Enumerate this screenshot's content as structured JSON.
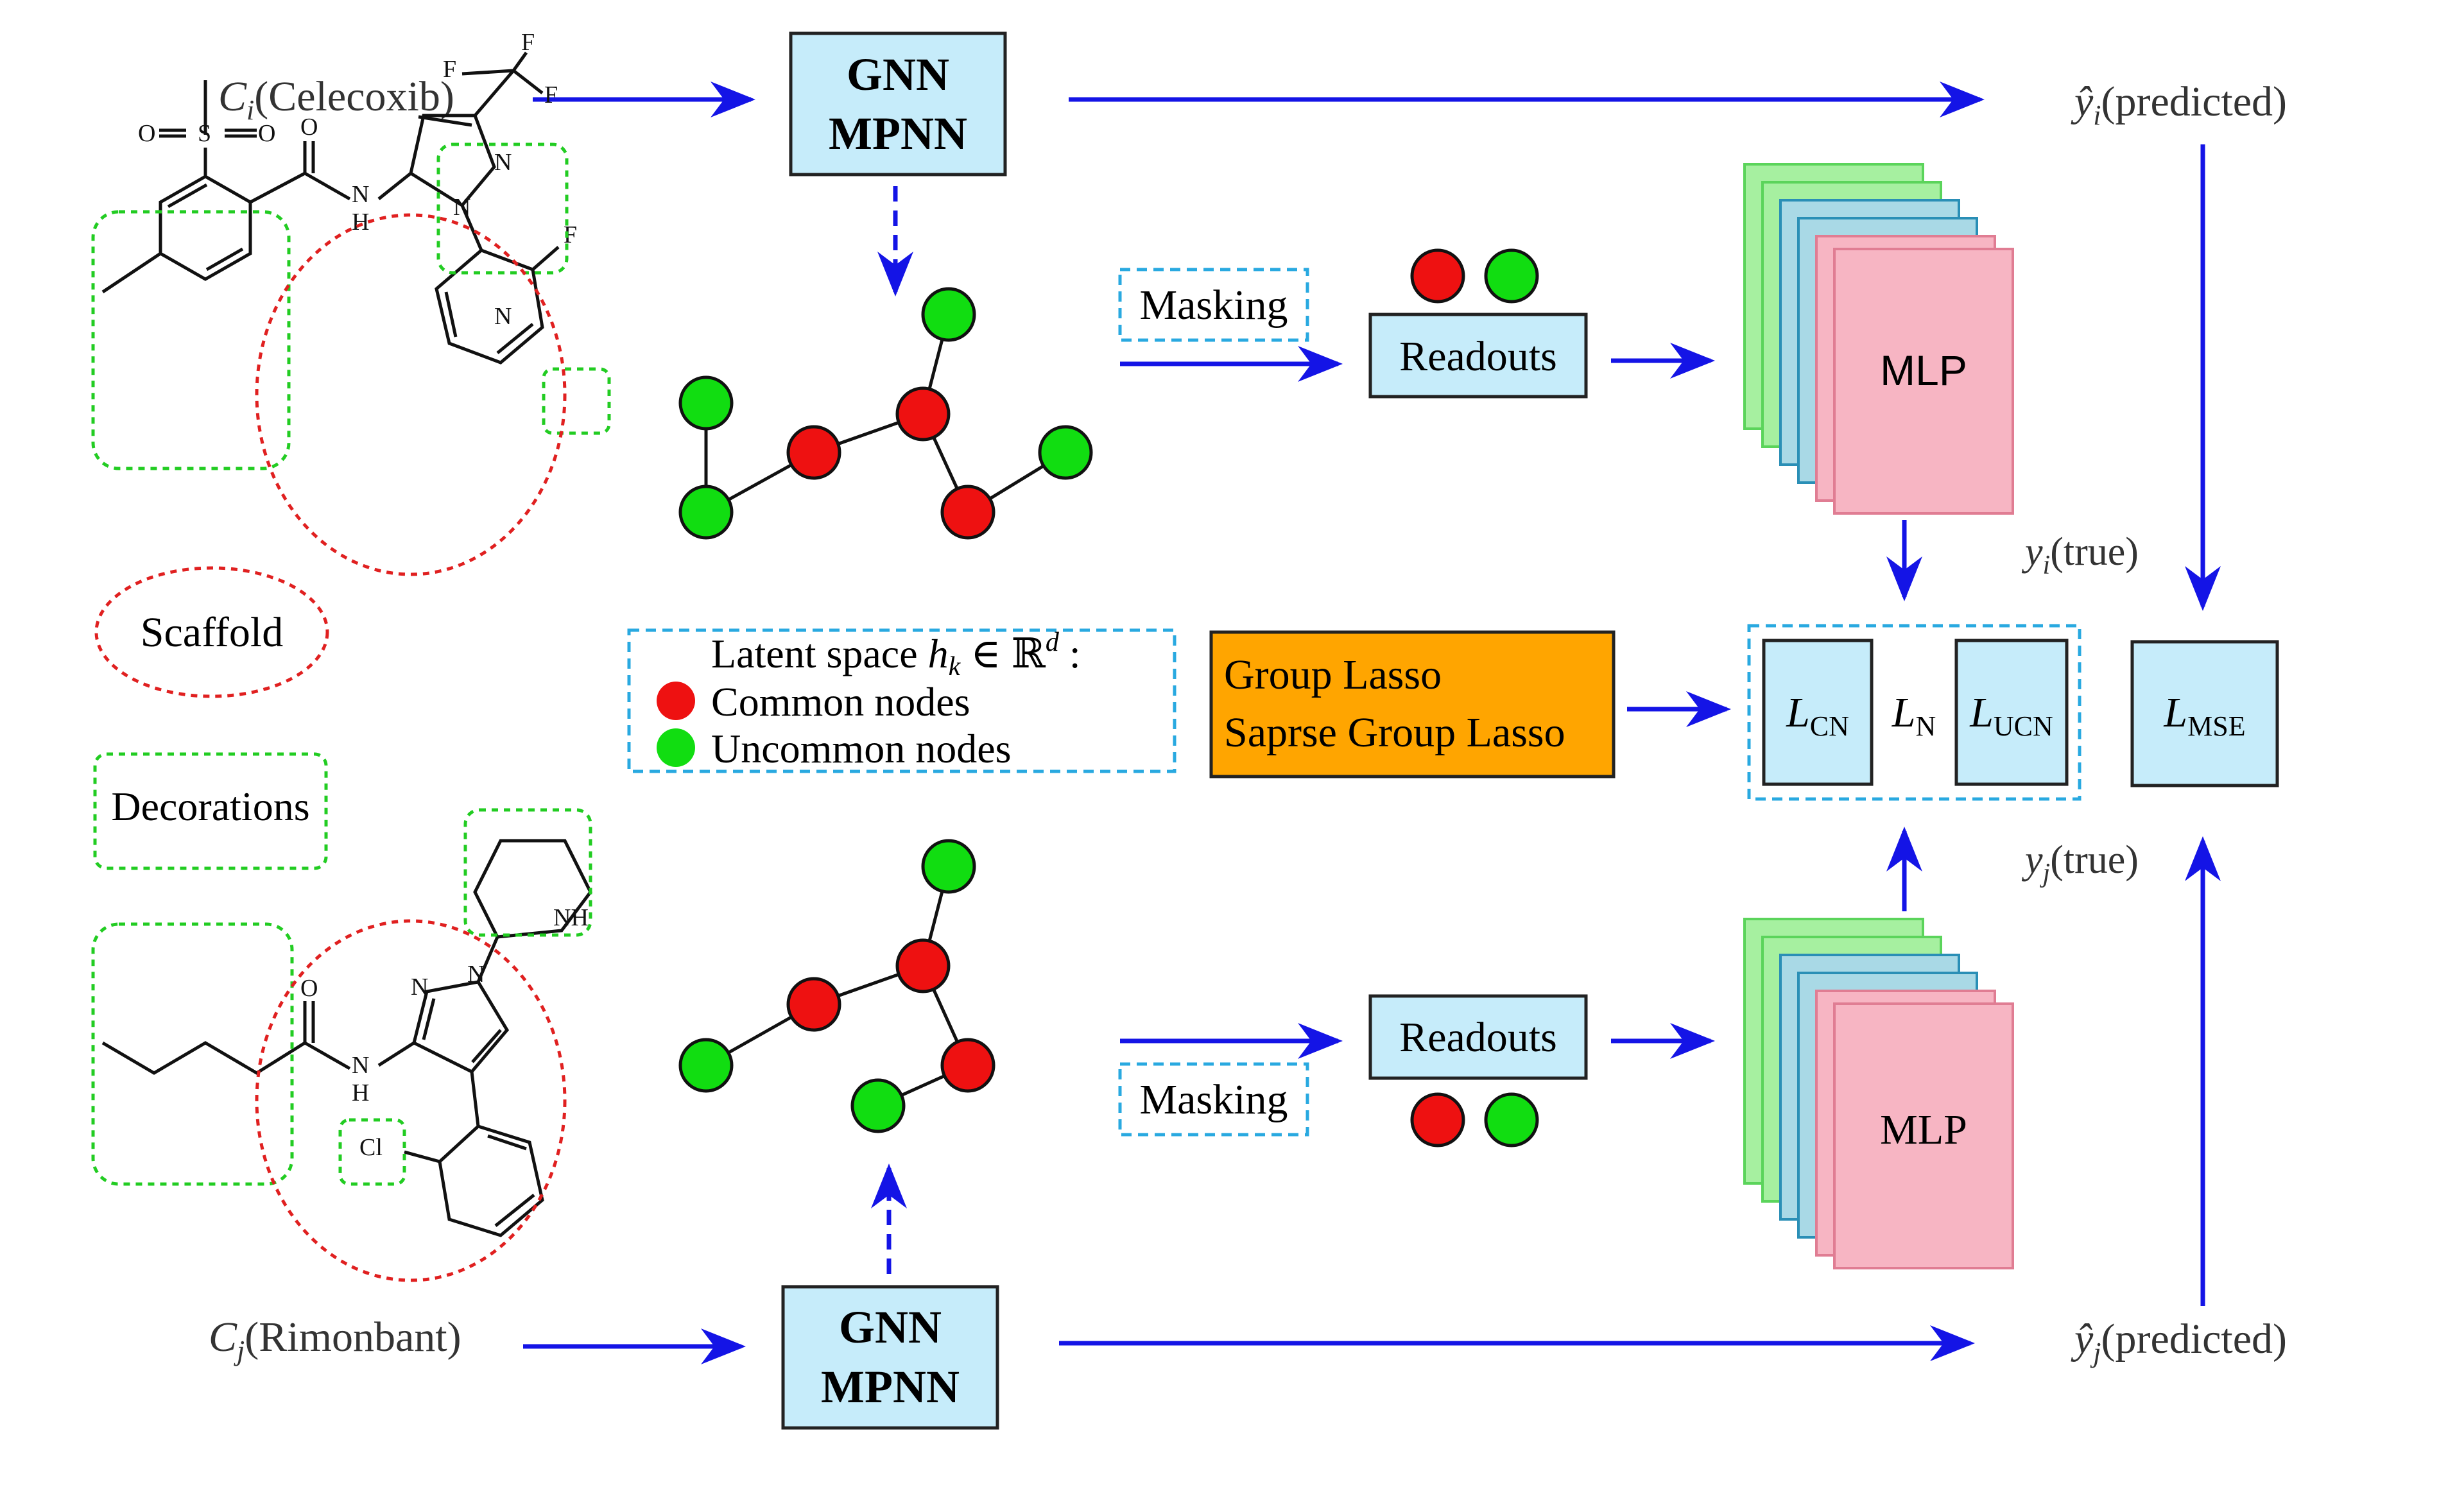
{
  "colors": {
    "arrow": "#1414e6",
    "box_fill": "#c6ecfa",
    "box_dash": "#29a9e0",
    "common_node": "#ee1111",
    "uncommon_node": "#11dd11",
    "lasso_fill": "#ffa500",
    "mlp_pink": "#f7b5c3",
    "mlp_green": "#a6f0a0",
    "mlp_blue": "#a9d9e6",
    "scaffold_dash": "#e02020",
    "decoration_dash": "#22cc22"
  },
  "inputs": {
    "top": {
      "var": "C",
      "sub": "i",
      "name": "(Celecoxib)"
    },
    "bottom": {
      "var": "C",
      "sub": "j",
      "name": "(Rimonbant)"
    }
  },
  "gnn": {
    "line1": "GNN",
    "line2": "MPNN"
  },
  "masking": "Masking",
  "readouts": "Readouts",
  "mlp": "MLP",
  "legend": {
    "scaffold": "Scaffold",
    "decorations": "Decorations",
    "latent_prefix": "Latent space ",
    "latent_h": "h",
    "latent_k": "k",
    "latent_in": " ∈ ℝ",
    "latent_d": "d",
    "latent_colon": " :",
    "common": "Common nodes",
    "uncommon": "Uncommon nodes"
  },
  "lasso": {
    "line1": "Group Lasso",
    "line2": "Saprse Group Lasso"
  },
  "loss": {
    "cn_main": "L",
    "cn_sub": "CN",
    "n_main": "L",
    "n_sub": "N",
    "ucn_main": "L",
    "ucn_sub": "UCN",
    "mse_main": "L",
    "mse_sub": "MSE"
  },
  "outputs": {
    "pred_i_var": "ŷ",
    "pred_i_sub": "i",
    "pred_i_text": "(predicted)",
    "true_i_var": "y",
    "true_i_sub": "i",
    "true_i_text": "(true)",
    "pred_j_var": "ŷ",
    "pred_j_sub": "j",
    "pred_j_text": "(predicted)",
    "true_j_var": "y",
    "true_j_sub": "j",
    "true_j_text": "(true)"
  },
  "atoms": {
    "o": "O",
    "s": "S",
    "n": "N",
    "h": "H",
    "f": "F",
    "nh": "NH",
    "cl": "Cl"
  },
  "icons": [
    "arrow-right-icon",
    "arrow-down-icon",
    "arrow-up-icon",
    "molecule-graph-icon",
    "node-circle-icon"
  ]
}
